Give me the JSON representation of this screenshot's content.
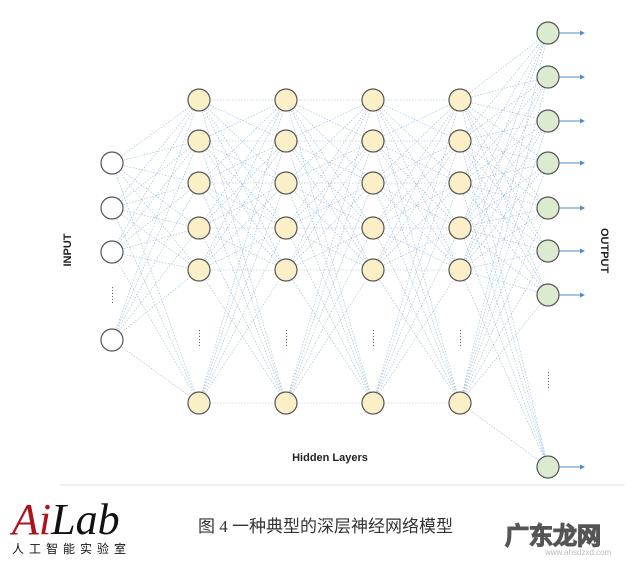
{
  "diagram": {
    "input_label": "INPUT",
    "output_label": "OUTPUT",
    "hidden_label": "Hidden Layers",
    "layers": [
      {
        "role": "input",
        "nodes": 4,
        "ellipsis": "……",
        "fill": "#ffffff"
      },
      {
        "role": "hidden",
        "nodes": 6,
        "ellipsis": "……",
        "fill": "#fbefc7"
      },
      {
        "role": "hidden",
        "nodes": 6,
        "ellipsis": "……",
        "fill": "#fbefc7"
      },
      {
        "role": "hidden",
        "nodes": 6,
        "ellipsis": "……",
        "fill": "#fbefc7"
      },
      {
        "role": "hidden",
        "nodes": 6,
        "ellipsis": "……",
        "fill": "#fbefc7"
      },
      {
        "role": "output",
        "nodes": 8,
        "ellipsis": "……",
        "fill": "#dcebd0"
      }
    ],
    "edge_color": "#7fa8d6",
    "arrow_color": "#4f8cc9"
  },
  "caption": "图 4  一种典型的深层神经网络模型",
  "logo": {
    "main_a": "Ai",
    "main_b": "Lab",
    "sub": "人工智能实验室"
  },
  "watermark": {
    "main": "广东龙网",
    "sub": "www.ahsdzxd.com"
  }
}
